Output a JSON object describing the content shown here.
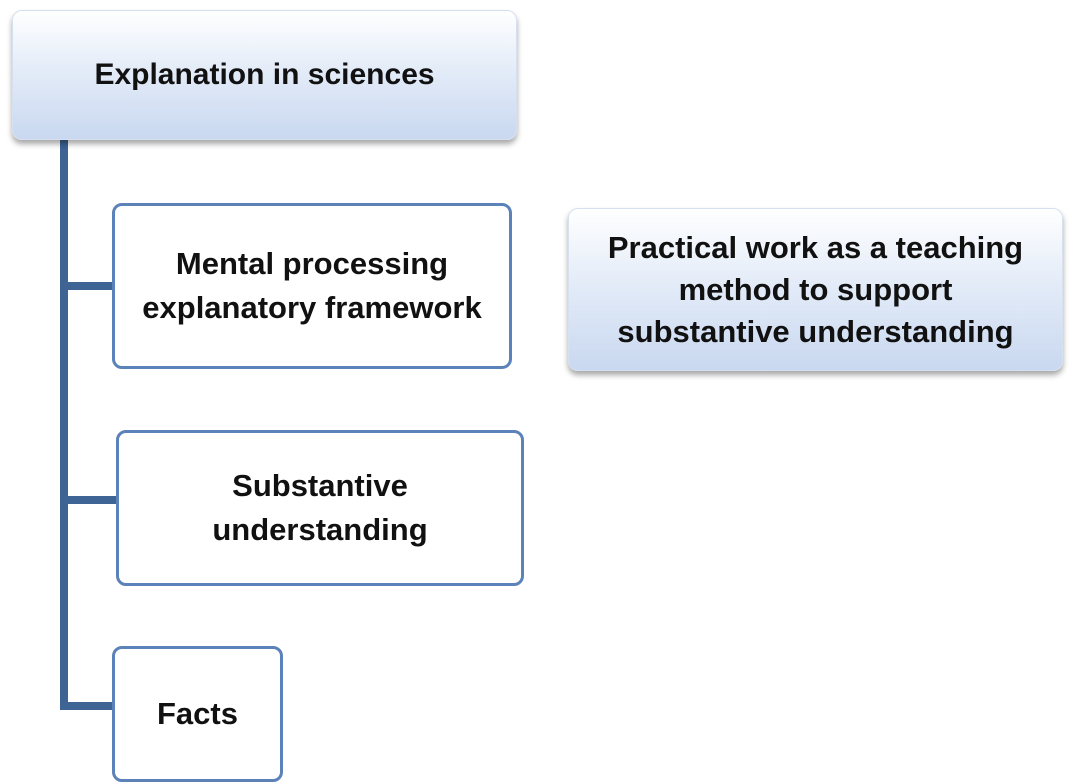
{
  "diagram": {
    "root": {
      "label": "Explanation in sciences"
    },
    "children": [
      {
        "label": "Mental processing\nexplanatory framework"
      },
      {
        "label": "Substantive\nunderstanding"
      },
      {
        "label": "Facts"
      }
    ],
    "side_note": {
      "label": "Practical work as a teaching\nmethod to support\nsubstantive understanding"
    },
    "colors": {
      "connector": "#3e6395",
      "box_border": "#5b82b9",
      "header_fill_top": "#ffffff",
      "header_fill_bottom": "#c9d8f0"
    }
  }
}
